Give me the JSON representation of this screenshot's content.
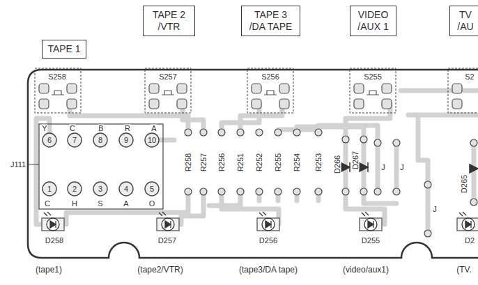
{
  "diagram": {
    "nodes": [
      {
        "text": [
          "TAPE 1"
        ]
      },
      {
        "text": [
          "TAPE 2 /VTR"
        ]
      },
      {
        "text": [
          "TAPE 3 /DA TAPE"
        ]
      },
      {
        "text": [
          "VIDEO /AUX 1"
        ]
      },
      {
        "text": [
          "TV /AU"
        ]
      }
    ],
    "labels": [
      "S258",
      "S257",
      "S256",
      "S255",
      "S2",
      "Y",
      "C",
      "B",
      "R",
      "A",
      "6",
      "7",
      "8",
      "9",
      "10",
      "J111",
      "1",
      "2",
      "3",
      "4",
      "5",
      "C",
      "H",
      "S",
      "A",
      "O",
      "R258",
      "R257",
      "R256",
      "R251",
      "R252",
      "R255",
      "R254",
      "R253",
      "D266",
      "D267",
      "J",
      "J",
      "J",
      "D265",
      "D258",
      "D257",
      "D256",
      "D255",
      "D2",
      "(tape1)",
      "(tape2/VTR)",
      "(tape3/DA tape)",
      "(video/aux1)",
      "(TV."
    ]
  }
}
